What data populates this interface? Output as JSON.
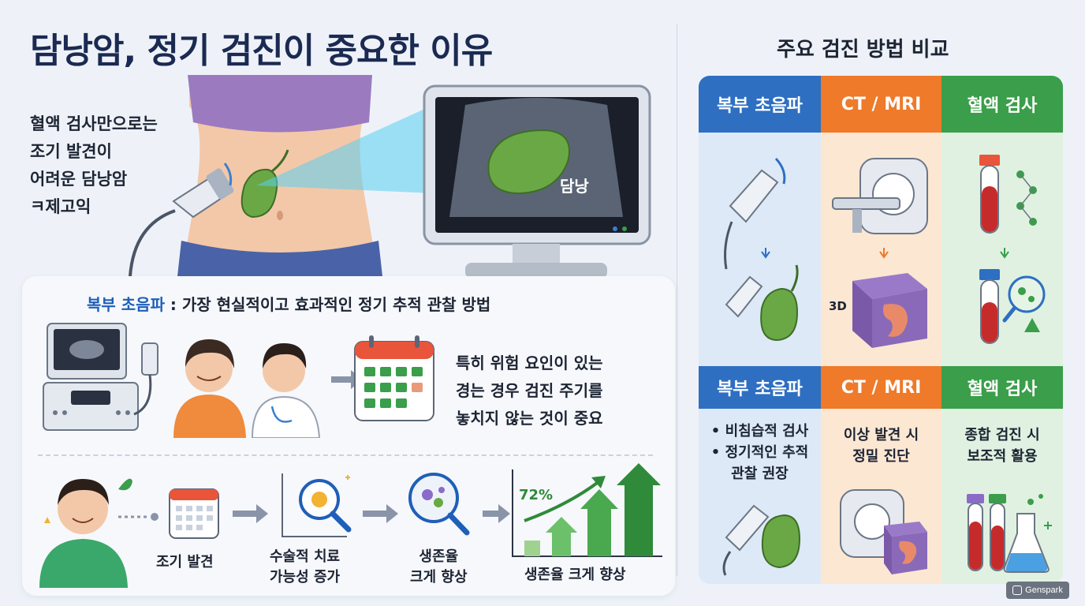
{
  "main_title": "담낭암, 정기 검진이 중요한 이유",
  "intro_lines": [
    "혈액 검사만으로는",
    "조기 발견이",
    "어려운 담낭암",
    "ㅋ제고익"
  ],
  "monitor_label": "담낭",
  "headline": {
    "key": "복부 초음파",
    "rest": " : 가장 현실적이고 효과적인 정기 추적 관찰 방법"
  },
  "risk_lines": [
    "특히 위험 요인이 있는",
    "경는 경우 검진 주기를",
    "놓치지 않는 것이 중요"
  ],
  "flow": {
    "step1": "조기 발견",
    "step2_lines": [
      "수술적 치료",
      "가능성 증가"
    ],
    "step3_lines": [
      "생존율",
      "크게 향상"
    ],
    "step4": "생존율 크게 향상",
    "percent": "72%"
  },
  "compare": {
    "title": "주요 검진 방법 비교",
    "headers": [
      "복부 초음파",
      "CT / MRI",
      "혈액 검사"
    ],
    "headers_row2": [
      "복부 초음파",
      "CT / MRI",
      "혈액 검사"
    ],
    "label_3d": "3D",
    "desc": {
      "ultrasound": [
        "• 비침습적 검사",
        "• 정기적인 추적",
        "관찰 권장"
      ],
      "ct": [
        "이상 발견 시",
        "정밀 진단"
      ],
      "blood": [
        "종합 검진 시",
        "보조적 활용"
      ]
    }
  },
  "colors": {
    "blue": "#2e6fc2",
    "orange": "#ee7a2a",
    "green": "#3a9e4a",
    "title_navy": "#1b2a52"
  },
  "watermark": "Genspark"
}
